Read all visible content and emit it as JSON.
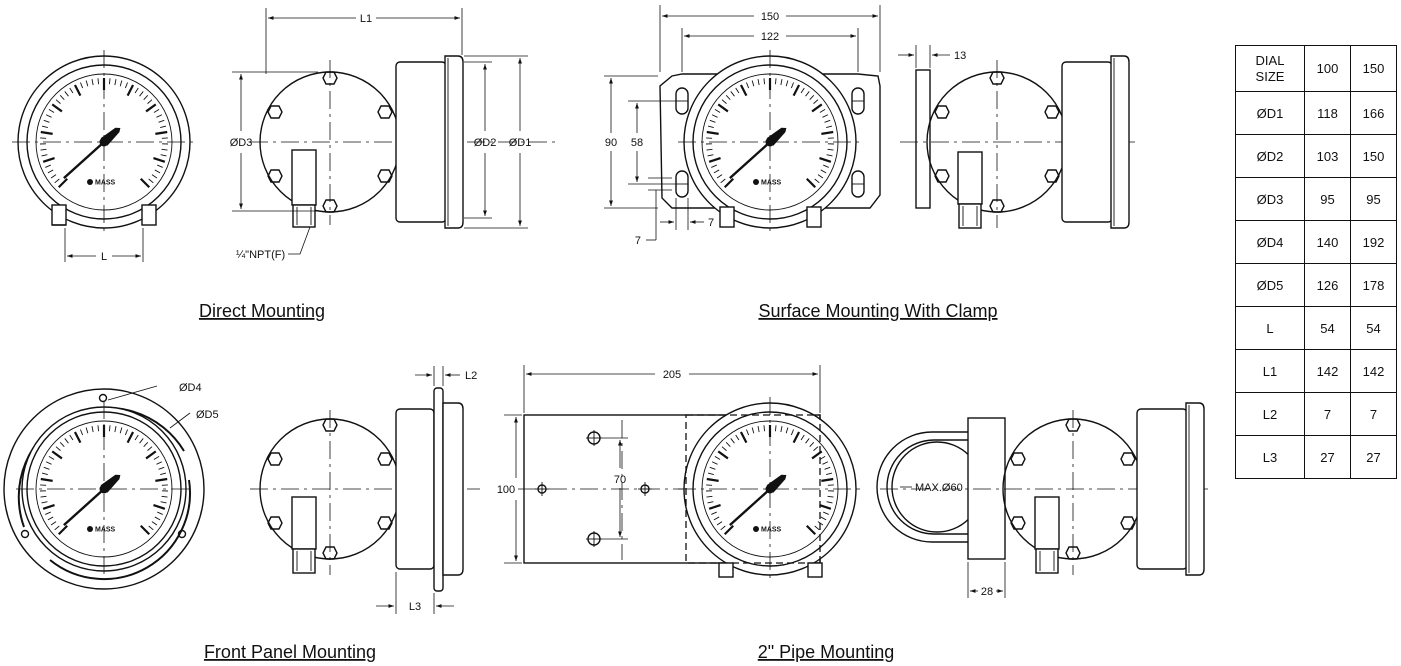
{
  "brand": "MASS",
  "captions": {
    "direct": "Direct Mounting",
    "surface": "Surface Mounting With Clamp",
    "front": "Front Panel Mounting",
    "pipe": "2\" Pipe Mounting"
  },
  "labels": {
    "L1": "L1",
    "L": "L",
    "D3": "ØD3",
    "D2": "ØD2",
    "D1": "ØD1",
    "npt": "¼\"NPT(F)",
    "d150": "150",
    "d122": "122",
    "d13": "13",
    "d90": "90",
    "d58": "58",
    "d7a": "7",
    "d7b": "7",
    "D4": "ØD4",
    "D5": "ØD5",
    "L2": "L2",
    "L3": "L3",
    "d205": "205",
    "d100": "100",
    "d70": "70",
    "max60": "MAX.Ø60",
    "d28": "28"
  },
  "table": {
    "header": [
      "DIAL SIZE",
      "100",
      "150"
    ],
    "rows": [
      [
        "ØD1",
        "118",
        "166"
      ],
      [
        "ØD2",
        "103",
        "150"
      ],
      [
        "ØD3",
        "95",
        "95"
      ],
      [
        "ØD4",
        "140",
        "192"
      ],
      [
        "ØD5",
        "126",
        "178"
      ],
      [
        "L",
        "54",
        "54"
      ],
      [
        "L1",
        "142",
        "142"
      ],
      [
        "L2",
        "7",
        "7"
      ],
      [
        "L3",
        "27",
        "27"
      ]
    ]
  }
}
